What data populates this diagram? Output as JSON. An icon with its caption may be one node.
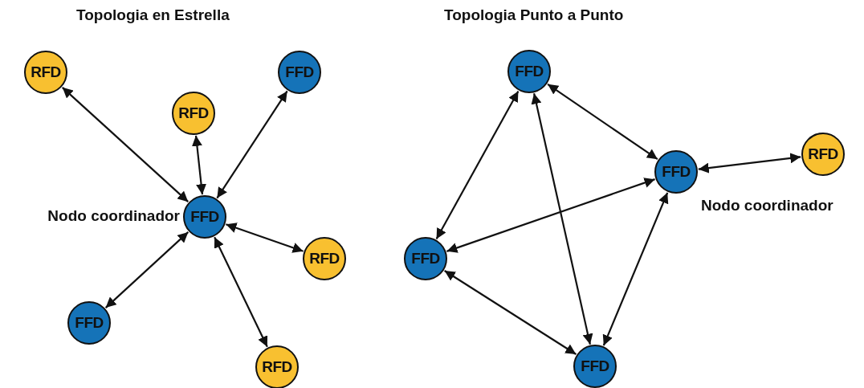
{
  "diagram": {
    "nodes": [
      {
        "text": [
          "RFD"
        ]
      },
      {
        "text": [
          "FFD"
        ]
      },
      {
        "text": [
          "RFD"
        ]
      },
      {
        "text": [
          "FFD"
        ],
        "beside": [
          "Nodo coordinador"
        ]
      },
      {
        "text": [
          "RFD"
        ]
      },
      {
        "text": [
          "FFD"
        ]
      },
      {
        "text": [
          "RFD"
        ]
      },
      {
        "text": [
          "FFD"
        ]
      },
      {
        "text": [
          "FFD"
        ],
        "beside": [
          "Nodo coordinador"
        ]
      },
      {
        "text": [
          "RFD"
        ]
      },
      {
        "text": [
          "FFD"
        ]
      },
      {
        "text": [
          "FFD"
        ]
      }
    ],
    "edges": [
      {
        "from": 3,
        "to": 0,
        "arrow": "both"
      },
      {
        "from": 3,
        "to": 2,
        "arrow": "both"
      },
      {
        "from": 3,
        "to": 1,
        "arrow": "both"
      },
      {
        "from": 3,
        "to": 4,
        "arrow": "both"
      },
      {
        "from": 3,
        "to": 5,
        "arrow": "both"
      },
      {
        "from": 3,
        "to": 6,
        "arrow": "both"
      },
      {
        "from": 7,
        "to": 8,
        "arrow": "both"
      },
      {
        "from": 7,
        "to": 10,
        "arrow": "both"
      },
      {
        "from": 7,
        "to": 11,
        "arrow": "both"
      },
      {
        "from": 8,
        "to": 9,
        "arrow": "both"
      },
      {
        "from": 8,
        "to": 10,
        "arrow": "both"
      },
      {
        "from": 8,
        "to": 11,
        "arrow": "both"
      },
      {
        "from": 10,
        "to": 11,
        "arrow": "both"
      }
    ],
    "labels": [
      "Topologia en Estrella",
      "Topologia Punto a Punto"
    ]
  }
}
